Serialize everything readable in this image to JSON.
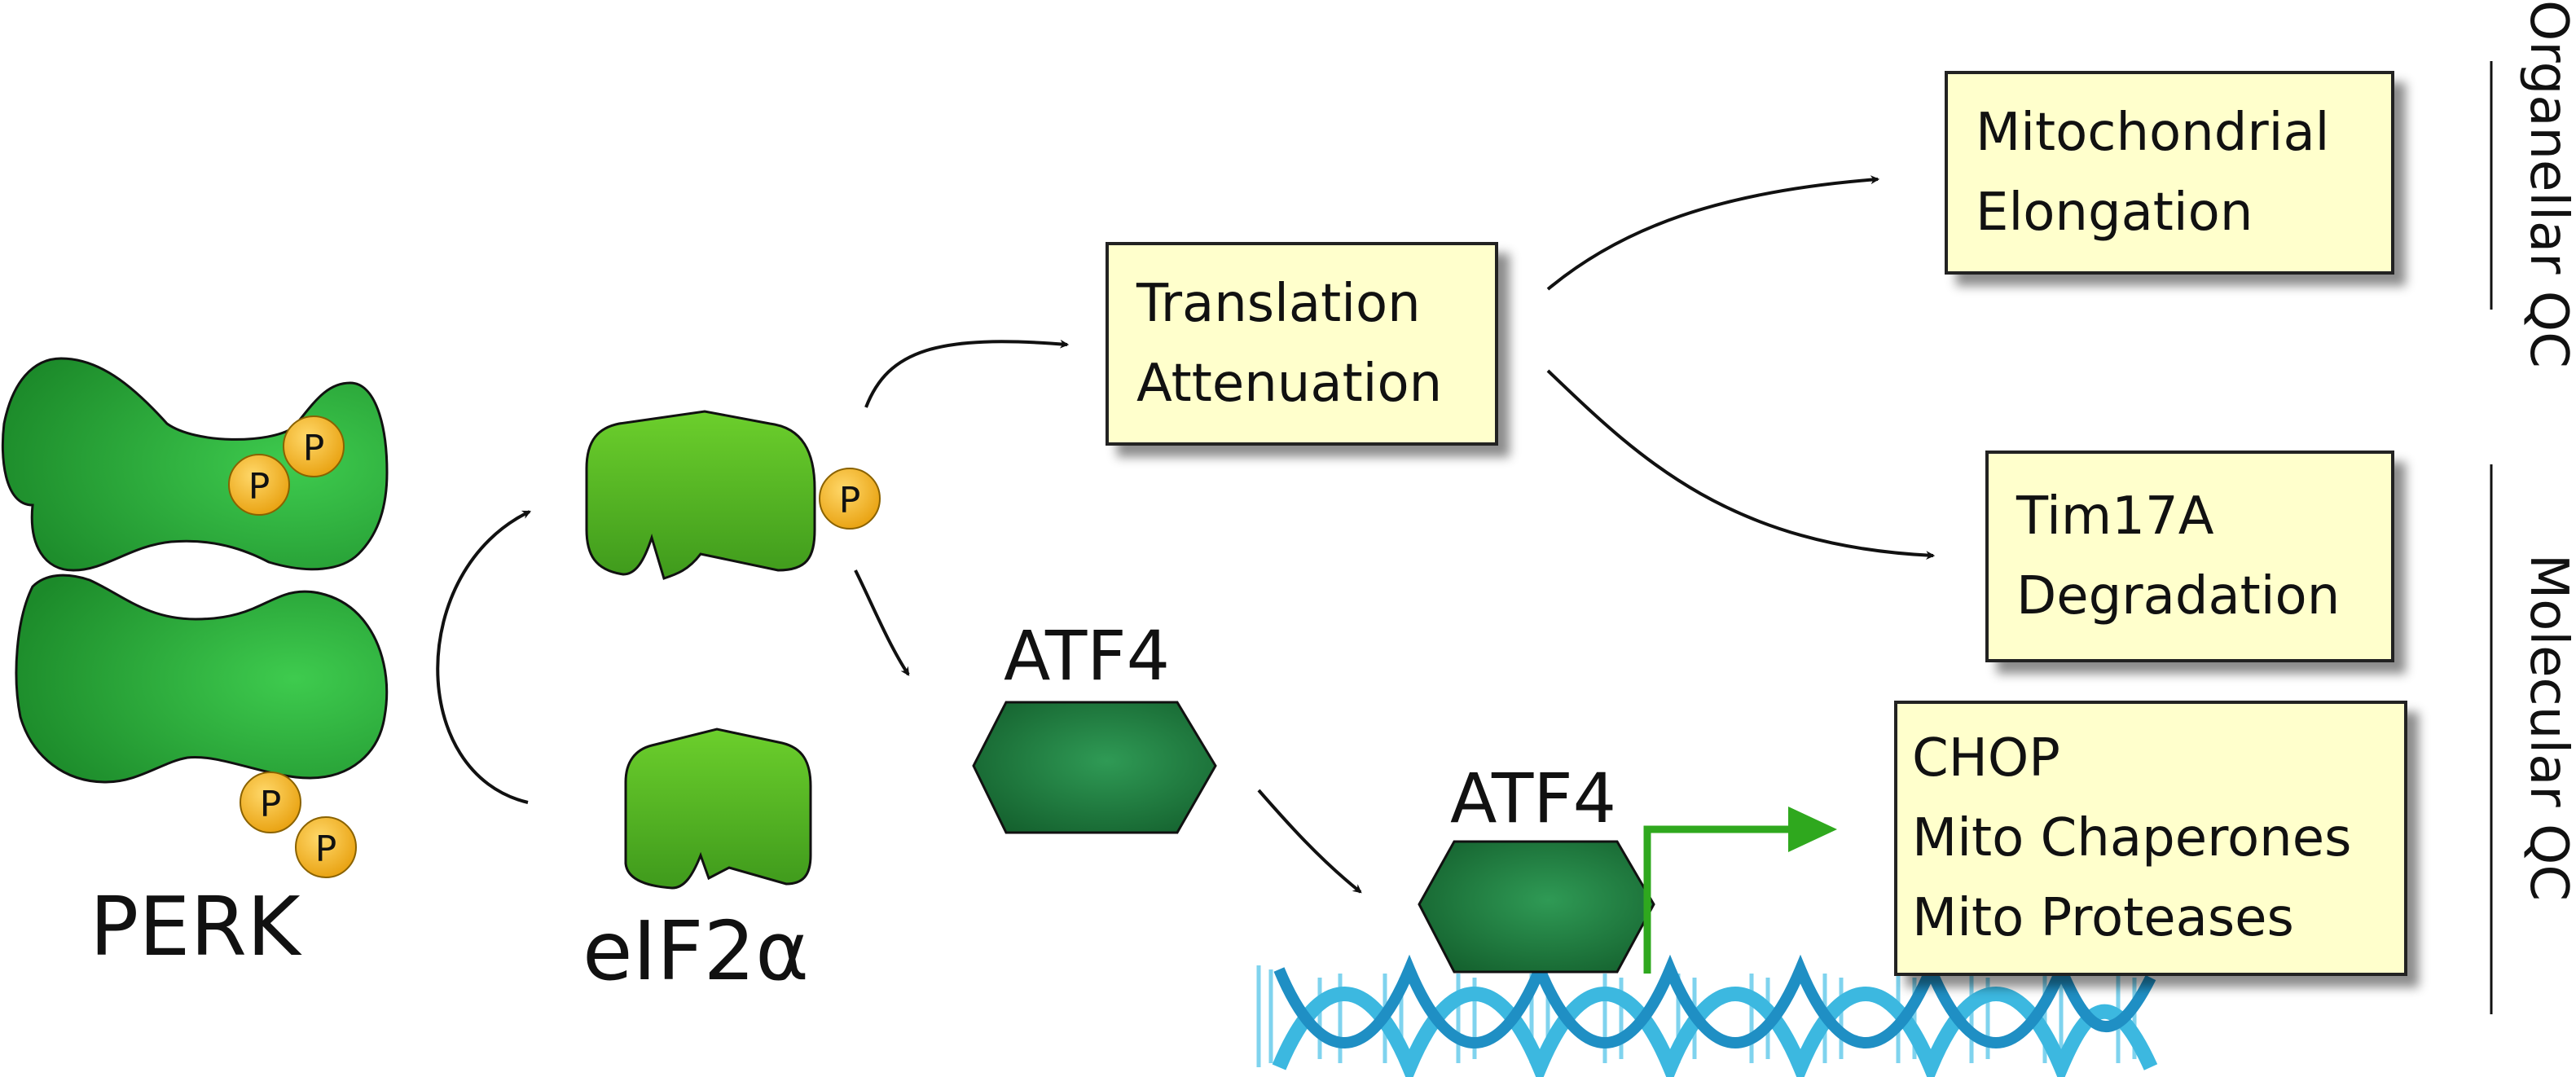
{
  "colors": {
    "perk_green": "#2db53c",
    "eif_green": "#5cb82a",
    "atf4_green": "#1f7a3e",
    "box_fill": "#ffffcc",
    "phospho": "#f5b51b",
    "arrow_green": "#2fa81e",
    "dna_blue": "#3cb8e0"
  },
  "labels": {
    "perk": "PERK",
    "eif2a": "eIF2α",
    "atf4_top": "ATF4",
    "atf4_bottom": "ATF4",
    "phospho": "P"
  },
  "boxes": {
    "translation": [
      "Translation",
      "Attenuation"
    ],
    "mito_elong": [
      "Mitochondrial",
      "Elongation"
    ],
    "tim17a": [
      "Tim17A",
      "Degradation"
    ],
    "genes": [
      "CHOP",
      "Mito Chaperones",
      "Mito Proteases"
    ]
  },
  "side_labels": {
    "organellar": "Organellar QC",
    "molecular": "Molecular QC"
  },
  "icons": [
    "perk-dimer-icon",
    "eif2a-protein-icon",
    "atf4-hexagon-icon",
    "dna-helix-icon",
    "phosphate-icon"
  ]
}
